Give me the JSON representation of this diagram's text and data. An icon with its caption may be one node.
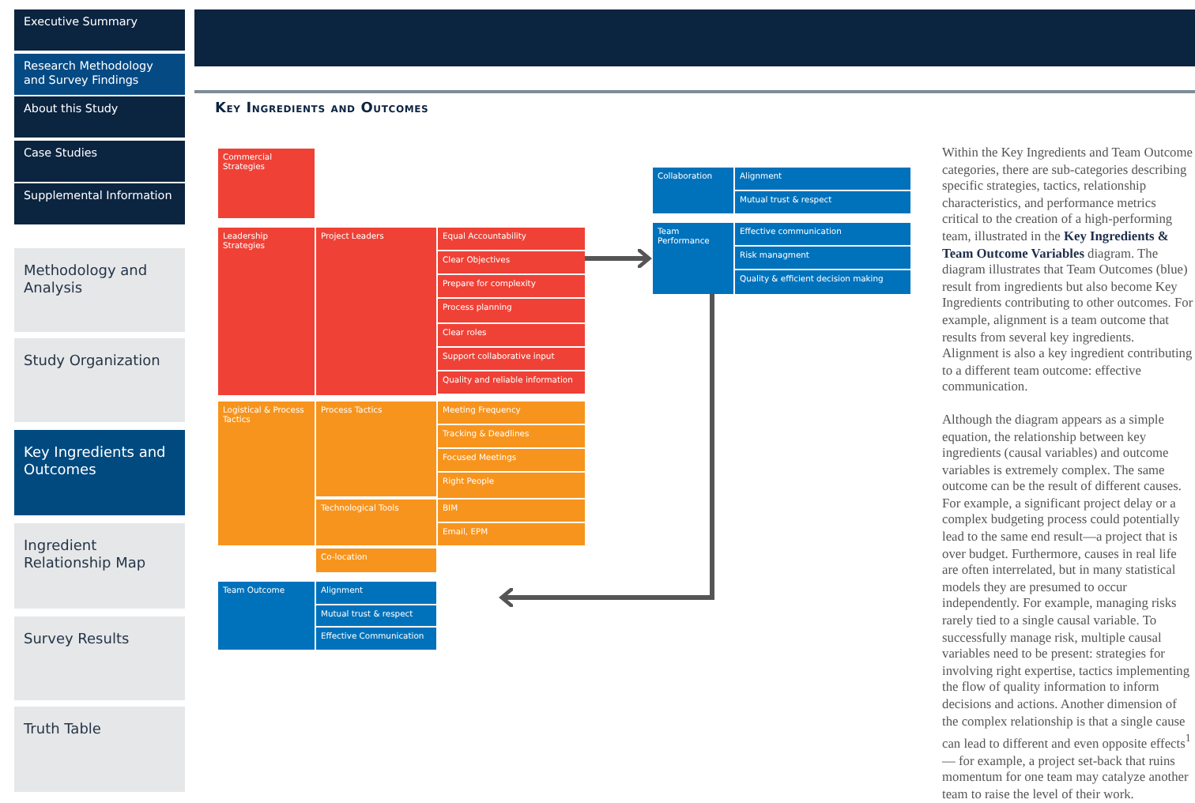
{
  "diagram": {
    "title": "Key Ingredients and Outcomes",
    "nodes": [
      {
        "text": [
          "Executive Summary"
        ]
      },
      {
        "text": [
          "Research Methodology and Survey Findings"
        ]
      },
      {
        "text": [
          "About this Study"
        ]
      },
      {
        "text": [
          "Case Studies"
        ]
      },
      {
        "text": [
          "Supplemental Information"
        ]
      },
      {
        "text": [
          "Methodology and Analysis"
        ]
      },
      {
        "text": [
          "Study Organization"
        ]
      },
      {
        "text": [
          "Key Ingredients and Outcomes"
        ]
      },
      {
        "text": [
          "Ingredient Relationship Map"
        ]
      },
      {
        "text": [
          "Survey Results"
        ]
      },
      {
        "text": [
          "Truth Table"
        ]
      },
      {
        "text": [
          "Commercial Strategies"
        ]
      },
      {
        "text": [
          "Leadership Strategies"
        ]
      },
      {
        "text": [
          "Project Leaders"
        ]
      },
      {
        "text": [
          "Equal Accountability"
        ]
      },
      {
        "text": [
          "Clear Objectives"
        ]
      },
      {
        "text": [
          "Prepare for complexity"
        ]
      },
      {
        "text": [
          "Process planning"
        ]
      },
      {
        "text": [
          "Clear roles"
        ]
      },
      {
        "text": [
          "Support collaborative input"
        ]
      },
      {
        "text": [
          "Quality and reliable information"
        ]
      },
      {
        "text": [
          "Logistical & Process Tactics"
        ]
      },
      {
        "text": [
          "Process Tactics"
        ]
      },
      {
        "text": [
          "Meeting Frequency"
        ]
      },
      {
        "text": [
          "Tracking & Deadlines"
        ]
      },
      {
        "text": [
          "Focused Meetings"
        ]
      },
      {
        "text": [
          "Right People"
        ]
      },
      {
        "text": [
          "Technological Tools"
        ]
      },
      {
        "text": [
          "BIM"
        ]
      },
      {
        "text": [
          "Email, EPM"
        ]
      },
      {
        "text": [
          "Co-location"
        ]
      },
      {
        "text": [
          "Team Outcome"
        ]
      },
      {
        "text": [
          "Alignment"
        ]
      },
      {
        "text": [
          "Mutual trust & respect"
        ]
      },
      {
        "text": [
          "Effective Communication"
        ]
      },
      {
        "text": [
          "Collaboration"
        ]
      },
      {
        "text": [
          "Alignment"
        ]
      },
      {
        "text": [
          "Mutual trust & respect"
        ]
      },
      {
        "text": [
          "Team Performance"
        ]
      },
      {
        "text": [
          "Effective communication"
        ]
      },
      {
        "text": [
          "Risk managment"
        ]
      },
      {
        "text": [
          "Quality & efficient decision making"
        ]
      }
    ],
    "edges": [
      {
        "from": 14,
        "to": 38,
        "arrow": "to"
      },
      {
        "from": 38,
        "to": null,
        "arrow": "to"
      }
    ],
    "labels": [
      "Within the Key Ingredients and Team Outcome categories, there are sub-categories describing specific strategies, tactics, relationship characteristics, and performance metrics critical to the creation of a high-performing team, illustrated in the **Key Ingredients & Team Outcome Variables** diagram. The diagram illustrates that Team Outcomes (blue) result from ingredients but also become Key Ingredients contributing to other outcomes. For example, alignment is a team outcome that results from several key ingredients. Alignment is also a key ingredient contributing to a different team outcome: effective communication.",
      "Although the diagram appears as a simple equation, the relationship between key ingredients (causal variables) and outcome variables is extremely complex. The same outcome can be the result of different causes. For example, a significant project delay or a complex budgeting process could potentially lead to the same end result—a project that is over budget. Furthermore, causes in real life are often interrelated, but in many statistical models they are presumed to occur independently. For example, managing risks rarely tied to a single causal variable. To successfully manage risk, multiple causal variables need to be present: strategies for involving right expertise, tactics implementing the flow of quality information to inform decisions and actions. Another dimension of the complex relationship is that a single cause can lead to different and even opposite effects$^{1}$ — for example, a project set-back that ruins momentum for one team may catalyze another team to raise the level of their work."
    ]
  }
}
